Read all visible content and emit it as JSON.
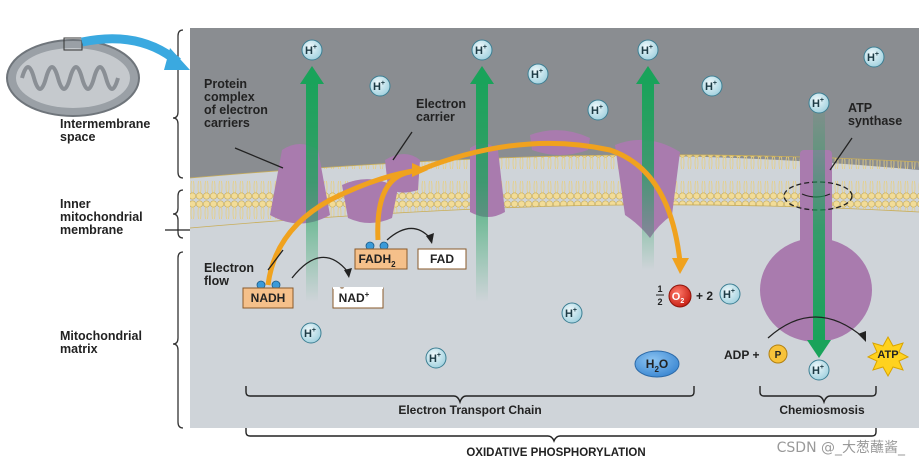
{
  "labels": {
    "intermembrane_space": [
      "Intermembrane",
      "space"
    ],
    "inner_membrane": [
      "Inner",
      "mitochondrial",
      "membrane"
    ],
    "matrix": [
      "Mitochondrial",
      "matrix"
    ],
    "protein_complex": [
      "Protein",
      "complex",
      "of electron",
      "carriers"
    ],
    "electron_carrier": [
      "Electron",
      "carrier"
    ],
    "atp_synthase": [
      "ATP",
      "synthase"
    ],
    "electron_flow": [
      "Electron",
      "flow"
    ]
  },
  "molecules": {
    "nadh": "NADH",
    "nad": "NAD",
    "nad_sup": "+",
    "fadh": "FADH",
    "fadh_sub": "2",
    "fad": "FAD",
    "half_numer": "1",
    "half_denom": "2",
    "o2": "O",
    "o2_sub": "2",
    "plus_2": "+ 2",
    "h2o_h": "H",
    "h2o_sub": "2",
    "h2o_o": "O",
    "adp_plus": "ADP +",
    "p": "P",
    "atp": "ATP",
    "h": "H",
    "h_sup": "+"
  },
  "brackets": {
    "etc": "Electron Transport Chain",
    "chemiosmosis": "Chemiosmosis",
    "oxphos": "OXIDATIVE PHOSPHORYLATION"
  },
  "watermark": "CSDN @_大葱蘸酱_",
  "colors": {
    "intermembrane": "#8a8d91",
    "matrix": "#cfd4d9",
    "protein": "#a97bae",
    "green": "#19a35a",
    "flow": "#f0a21e",
    "hion": "#bfe3ec",
    "o2": "#d52b1e",
    "h2o": "#4f9be0",
    "p": "#f7c23a",
    "atp": "#ffd21f",
    "molbox": "#f5c08a"
  }
}
